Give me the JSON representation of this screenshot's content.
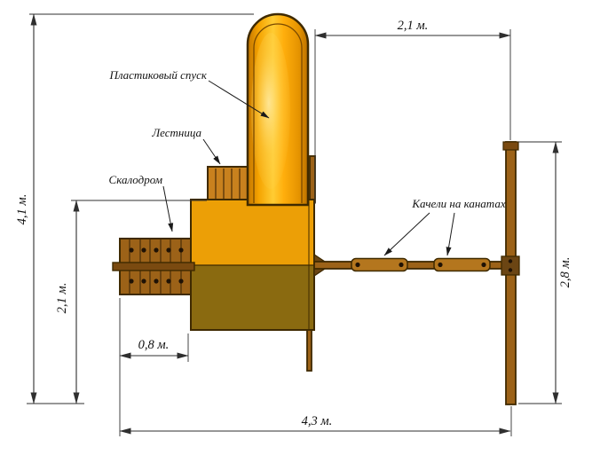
{
  "labels": {
    "slide": "Пластиковый спуск",
    "ladder": "Лестница",
    "climbing_wall": "Скалодром",
    "swings": "Качели на канатах"
  },
  "dimensions": {
    "overall_height": "4,1 м.",
    "top_span": "2,1 м.",
    "right_height": "2,8 м.",
    "inner_left_height": "2,1 м.",
    "climbing_wall_width": "0,8 м.",
    "overall_width": "4,3 м."
  },
  "colors": {
    "background": "#FFFFFF",
    "slide_orange": "#F5A300",
    "slide_highlight": "#FFCC33",
    "platform_top": "#EC9F06",
    "platform_bottom": "#8A6A10",
    "wood_brown": "#9C6218",
    "dark_wood": "#6B4513",
    "dark_outline": "#3F2A00",
    "dimension_line": "#2F2F2F",
    "text": "#111111"
  }
}
